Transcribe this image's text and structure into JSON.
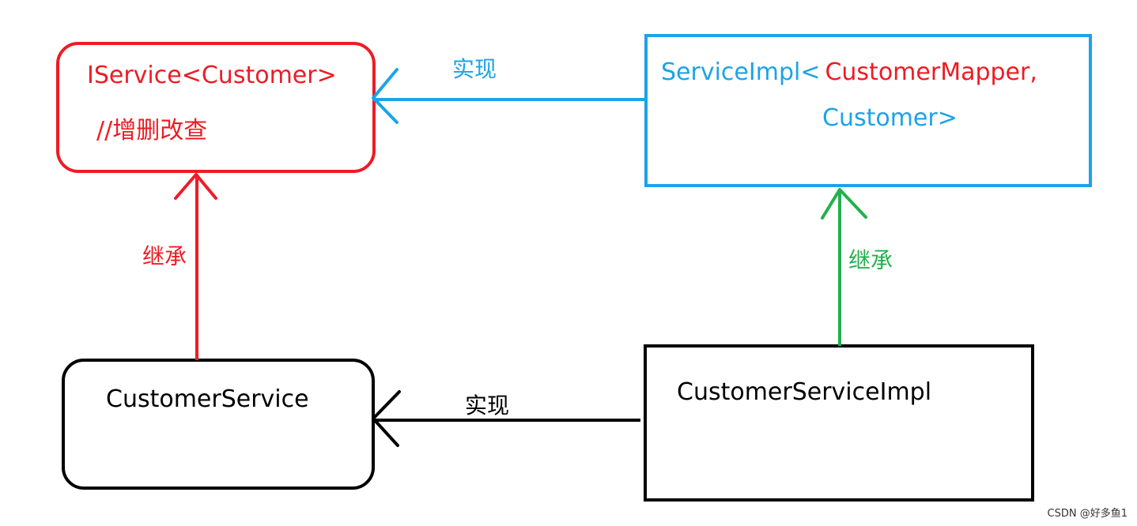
{
  "colors": {
    "red": "#ed1c24",
    "blue": "#1ca3e8",
    "green": "#22b14c",
    "black": "#000000",
    "background": "#ffffff"
  },
  "nodes": {
    "iservice": {
      "title": "IService<Customer>",
      "comment": "//增删改查"
    },
    "service_impl": {
      "prefix": "ServiceImpl<",
      "mapper": "CustomerMapper,",
      "entity": "Customer>"
    },
    "customer_service": {
      "title": "CustomerService"
    },
    "customer_service_impl": {
      "title": "CustomerServiceImpl"
    }
  },
  "edges": {
    "top_implement": {
      "label": "实现"
    },
    "left_inherit": {
      "label": "继承"
    },
    "right_inherit": {
      "label": "继承"
    },
    "bottom_implement": {
      "label": "实现"
    }
  },
  "watermark": "CSDN @好多鱼1"
}
